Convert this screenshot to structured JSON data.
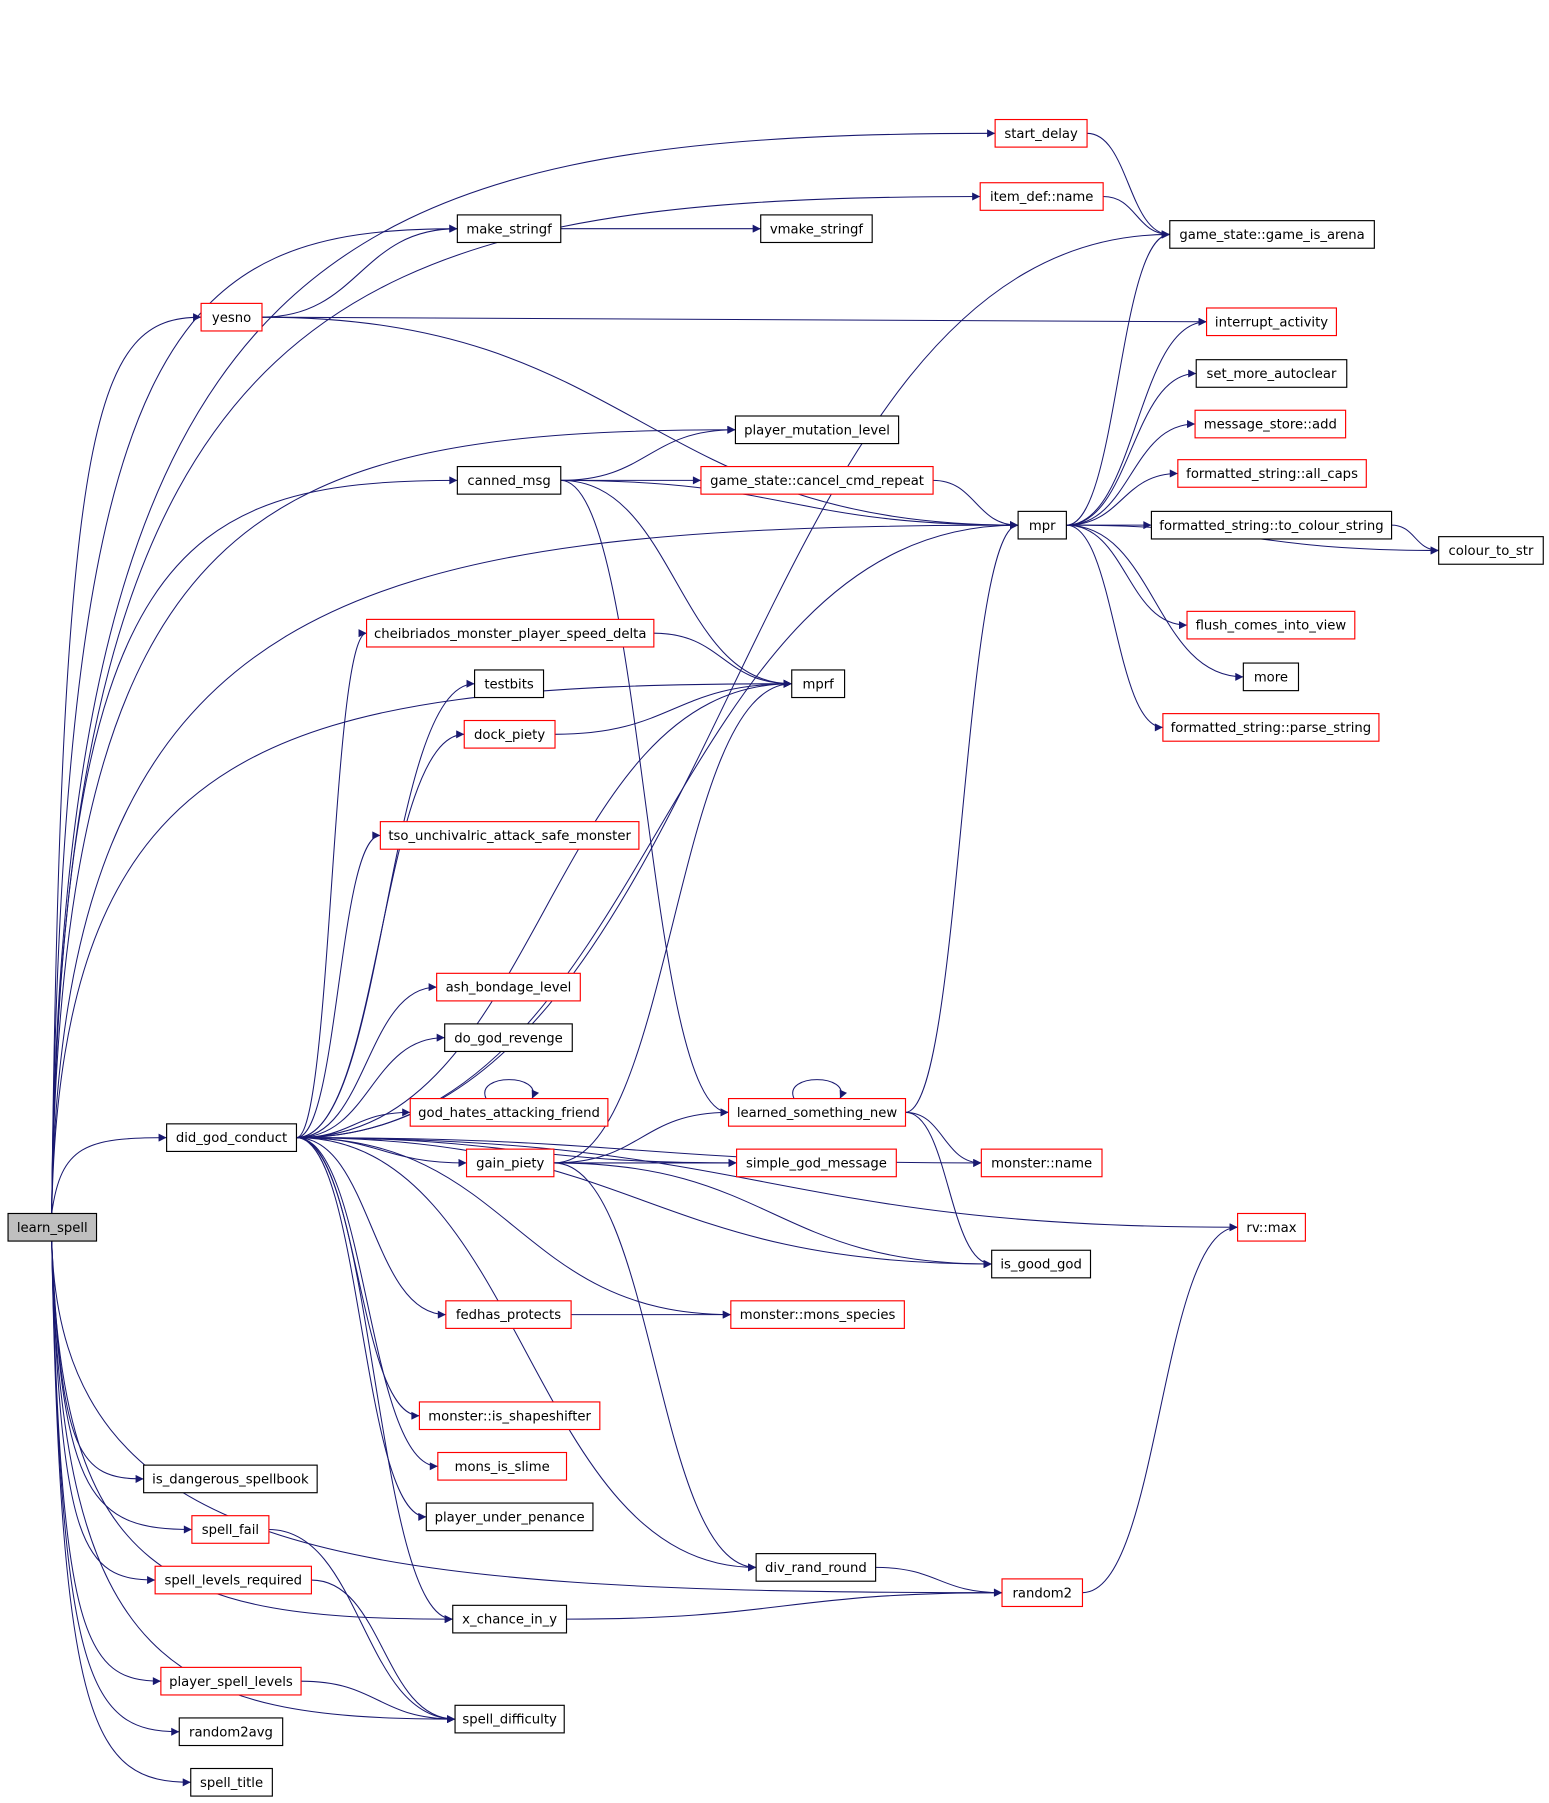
{
  "colors": {
    "edge": "#191970",
    "undocumented_border": "#ff0000",
    "documented_border": "#000000",
    "root_fill": "#bfbfbf"
  },
  "nodes": [
    {
      "id": "learn_spell",
      "label": "learn_spell",
      "kind": "root"
    },
    {
      "id": "did_god_conduct",
      "label": "did_god_conduct",
      "kind": "doc"
    },
    {
      "id": "is_dangerous_spellbook",
      "label": "is_dangerous_spellbook",
      "kind": "doc"
    },
    {
      "id": "spell_fail",
      "label": "spell_fail",
      "kind": "red"
    },
    {
      "id": "spell_levels_required",
      "label": "spell_levels_required",
      "kind": "red"
    },
    {
      "id": "player_spell_levels",
      "label": "player_spell_levels",
      "kind": "red"
    },
    {
      "id": "random2avg",
      "label": "random2avg",
      "kind": "doc"
    },
    {
      "id": "spell_title",
      "label": "spell_title",
      "kind": "doc"
    },
    {
      "id": "yesno",
      "label": "yesno",
      "kind": "red"
    },
    {
      "id": "make_stringf",
      "label": "make_stringf",
      "kind": "doc"
    },
    {
      "id": "vmake_stringf",
      "label": "vmake_stringf",
      "kind": "doc"
    },
    {
      "id": "start_delay",
      "label": "start_delay",
      "kind": "red"
    },
    {
      "id": "item_def_name",
      "label": "item_def::name",
      "kind": "red"
    },
    {
      "id": "game_is_arena",
      "label": "game_state::game_is_arena",
      "kind": "doc"
    },
    {
      "id": "interrupt_activity",
      "label": "interrupt_activity",
      "kind": "red"
    },
    {
      "id": "set_more_autoclear",
      "label": "set_more_autoclear",
      "kind": "doc"
    },
    {
      "id": "message_store_add",
      "label": "message_store::add",
      "kind": "red"
    },
    {
      "id": "all_caps",
      "label": "formatted_string::all_caps",
      "kind": "red"
    },
    {
      "id": "to_colour_string",
      "label": "formatted_string::to_colour_string",
      "kind": "doc"
    },
    {
      "id": "colour_to_str",
      "label": "colour_to_str",
      "kind": "doc"
    },
    {
      "id": "flush_comes_into_view",
      "label": "flush_comes_into_view",
      "kind": "red"
    },
    {
      "id": "more",
      "label": "more",
      "kind": "doc"
    },
    {
      "id": "parse_string",
      "label": "formatted_string::parse_string",
      "kind": "red"
    },
    {
      "id": "mpr",
      "label": "mpr",
      "kind": "doc"
    },
    {
      "id": "player_mutation_level",
      "label": "player_mutation_level",
      "kind": "doc"
    },
    {
      "id": "canned_msg",
      "label": "canned_msg",
      "kind": "doc"
    },
    {
      "id": "cancel_cmd_repeat",
      "label": "game_state::cancel_cmd_repeat",
      "kind": "red"
    },
    {
      "id": "cheib",
      "label": "cheibriados_monster_player_speed_delta",
      "kind": "red"
    },
    {
      "id": "testbits",
      "label": "testbits",
      "kind": "doc"
    },
    {
      "id": "mprf",
      "label": "mprf",
      "kind": "doc"
    },
    {
      "id": "dock_piety",
      "label": "dock_piety",
      "kind": "red"
    },
    {
      "id": "tso",
      "label": "tso_unchivalric_attack_safe_monster",
      "kind": "red"
    },
    {
      "id": "ash_bondage_level",
      "label": "ash_bondage_level",
      "kind": "red"
    },
    {
      "id": "do_god_revenge",
      "label": "do_god_revenge",
      "kind": "doc"
    },
    {
      "id": "god_hates",
      "label": "god_hates_attacking_friend",
      "kind": "red"
    },
    {
      "id": "learned",
      "label": "learned_something_new",
      "kind": "red"
    },
    {
      "id": "gain_piety",
      "label": "gain_piety",
      "kind": "red"
    },
    {
      "id": "simple_god_message",
      "label": "simple_god_message",
      "kind": "red"
    },
    {
      "id": "monster_name",
      "label": "monster::name",
      "kind": "red"
    },
    {
      "id": "rv_max",
      "label": "rv::max",
      "kind": "red"
    },
    {
      "id": "is_good_god",
      "label": "is_good_god",
      "kind": "doc"
    },
    {
      "id": "fedhas_protects",
      "label": "fedhas_protects",
      "kind": "red"
    },
    {
      "id": "mons_species",
      "label": "monster::mons_species",
      "kind": "red"
    },
    {
      "id": "is_shapeshifter",
      "label": "monster::is_shapeshifter",
      "kind": "red"
    },
    {
      "id": "mons_is_slime",
      "label": "mons_is_slime",
      "kind": "red"
    },
    {
      "id": "player_under_penance",
      "label": "player_under_penance",
      "kind": "doc"
    },
    {
      "id": "div_rand_round",
      "label": "div_rand_round",
      "kind": "doc"
    },
    {
      "id": "random2",
      "label": "random2",
      "kind": "red"
    },
    {
      "id": "x_chance_in_y",
      "label": "x_chance_in_y",
      "kind": "doc"
    },
    {
      "id": "spell_difficulty",
      "label": "spell_difficulty",
      "kind": "doc"
    }
  ],
  "edges": [
    [
      "learn_spell",
      "start_delay"
    ],
    [
      "learn_spell",
      "item_def_name"
    ],
    [
      "learn_spell",
      "make_stringf"
    ],
    [
      "learn_spell",
      "yesno"
    ],
    [
      "learn_spell",
      "player_mutation_level"
    ],
    [
      "learn_spell",
      "canned_msg"
    ],
    [
      "learn_spell",
      "mpr"
    ],
    [
      "learn_spell",
      "mprf"
    ],
    [
      "learn_spell",
      "did_god_conduct"
    ],
    [
      "learn_spell",
      "is_dangerous_spellbook"
    ],
    [
      "learn_spell",
      "spell_fail"
    ],
    [
      "learn_spell",
      "spell_levels_required"
    ],
    [
      "learn_spell",
      "player_spell_levels"
    ],
    [
      "learn_spell",
      "random2avg"
    ],
    [
      "learn_spell",
      "spell_title"
    ],
    [
      "learn_spell",
      "x_chance_in_y"
    ],
    [
      "learn_spell",
      "spell_difficulty"
    ],
    [
      "learn_spell",
      "random2"
    ],
    [
      "yesno",
      "make_stringf"
    ],
    [
      "yesno",
      "interrupt_activity"
    ],
    [
      "yesno",
      "mpr"
    ],
    [
      "make_stringf",
      "vmake_stringf"
    ],
    [
      "start_delay",
      "game_is_arena"
    ],
    [
      "item_def_name",
      "game_is_arena"
    ],
    [
      "canned_msg",
      "player_mutation_level"
    ],
    [
      "canned_msg",
      "cancel_cmd_repeat"
    ],
    [
      "canned_msg",
      "mpr"
    ],
    [
      "canned_msg",
      "mprf"
    ],
    [
      "canned_msg",
      "learned"
    ],
    [
      "cancel_cmd_repeat",
      "mpr"
    ],
    [
      "mpr",
      "game_is_arena"
    ],
    [
      "mpr",
      "interrupt_activity"
    ],
    [
      "mpr",
      "set_more_autoclear"
    ],
    [
      "mpr",
      "message_store_add"
    ],
    [
      "mpr",
      "all_caps"
    ],
    [
      "mpr",
      "to_colour_string"
    ],
    [
      "mpr",
      "colour_to_str"
    ],
    [
      "mpr",
      "flush_comes_into_view"
    ],
    [
      "mpr",
      "more"
    ],
    [
      "mpr",
      "parse_string"
    ],
    [
      "to_colour_string",
      "colour_to_str"
    ],
    [
      "did_god_conduct",
      "game_is_arena"
    ],
    [
      "did_god_conduct",
      "cheib"
    ],
    [
      "did_god_conduct",
      "testbits"
    ],
    [
      "did_god_conduct",
      "dock_piety"
    ],
    [
      "did_god_conduct",
      "mprf"
    ],
    [
      "did_god_conduct",
      "tso"
    ],
    [
      "did_god_conduct",
      "rv_max"
    ],
    [
      "did_god_conduct",
      "simple_god_message"
    ],
    [
      "did_god_conduct",
      "ash_bondage_level"
    ],
    [
      "did_god_conduct",
      "do_god_revenge"
    ],
    [
      "did_god_conduct",
      "god_hates"
    ],
    [
      "did_god_conduct",
      "gain_piety"
    ],
    [
      "did_god_conduct",
      "mpr"
    ],
    [
      "did_god_conduct",
      "monster_name"
    ],
    [
      "did_god_conduct",
      "is_good_god"
    ],
    [
      "did_god_conduct",
      "fedhas_protects"
    ],
    [
      "did_god_conduct",
      "mons_species"
    ],
    [
      "did_god_conduct",
      "is_shapeshifter"
    ],
    [
      "did_god_conduct",
      "mons_is_slime"
    ],
    [
      "did_god_conduct",
      "player_under_penance"
    ],
    [
      "did_god_conduct",
      "div_rand_round"
    ],
    [
      "did_god_conduct",
      "x_chance_in_y"
    ],
    [
      "cheib",
      "mprf"
    ],
    [
      "dock_piety",
      "mprf"
    ],
    [
      "god_hates",
      "god_hates"
    ],
    [
      "learned",
      "learned"
    ],
    [
      "learned",
      "mpr"
    ],
    [
      "learned",
      "monster_name"
    ],
    [
      "learned",
      "is_good_god"
    ],
    [
      "gain_piety",
      "learned"
    ],
    [
      "gain_piety",
      "simple_god_message"
    ],
    [
      "gain_piety",
      "mprf"
    ],
    [
      "gain_piety",
      "is_good_god"
    ],
    [
      "gain_piety",
      "div_rand_round"
    ],
    [
      "fedhas_protects",
      "mons_species"
    ],
    [
      "div_rand_round",
      "random2"
    ],
    [
      "x_chance_in_y",
      "random2"
    ],
    [
      "random2",
      "rv_max"
    ],
    [
      "spell_fail",
      "spell_difficulty"
    ],
    [
      "spell_levels_required",
      "spell_difficulty"
    ],
    [
      "player_spell_levels",
      "spell_difficulty"
    ]
  ]
}
